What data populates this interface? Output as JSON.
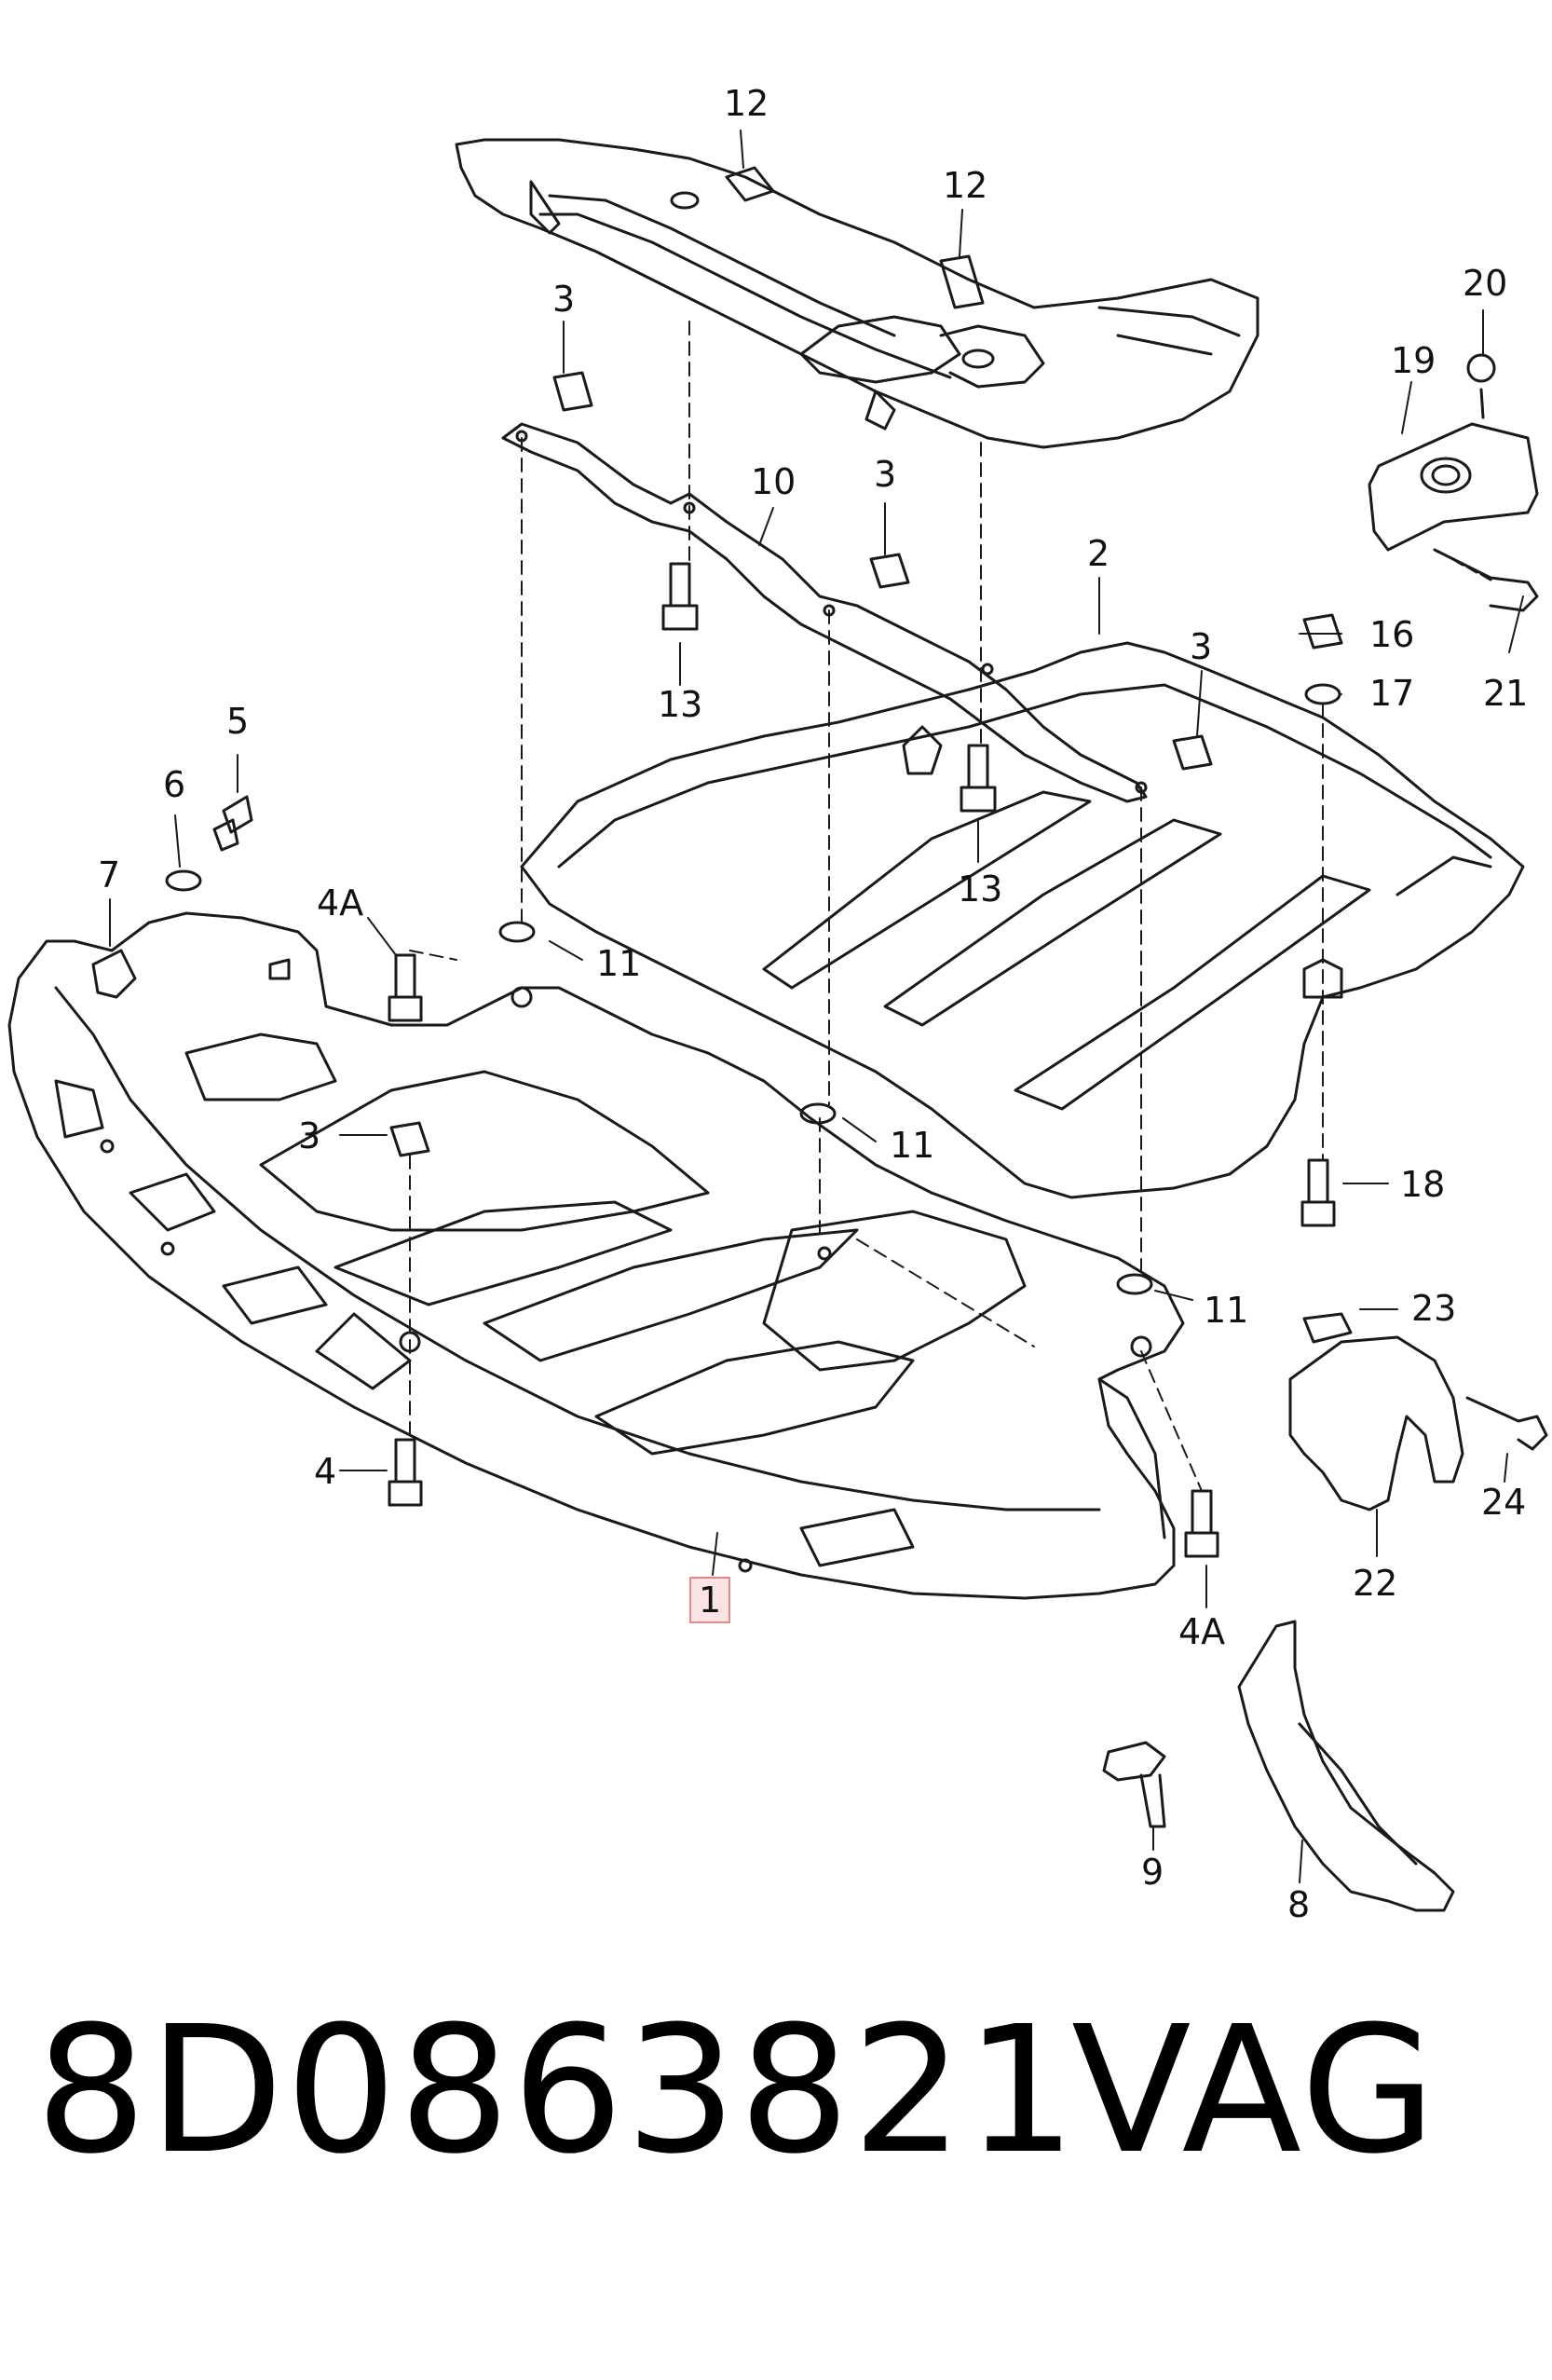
{
  "callouts": [
    {
      "id": "12-a",
      "text": "12"
    },
    {
      "id": "12-b",
      "text": "12"
    },
    {
      "id": "20",
      "text": "20"
    },
    {
      "id": "19",
      "text": "19"
    },
    {
      "id": "3-a",
      "text": "3"
    },
    {
      "id": "10",
      "text": "10"
    },
    {
      "id": "3-b",
      "text": "3"
    },
    {
      "id": "2",
      "text": "2"
    },
    {
      "id": "3-c",
      "text": "3"
    },
    {
      "id": "16",
      "text": "16"
    },
    {
      "id": "17",
      "text": "17"
    },
    {
      "id": "21",
      "text": "21"
    },
    {
      "id": "13-a",
      "text": "13"
    },
    {
      "id": "13-b",
      "text": "13"
    },
    {
      "id": "5",
      "text": "5"
    },
    {
      "id": "6",
      "text": "6"
    },
    {
      "id": "7",
      "text": "7"
    },
    {
      "id": "4A-a",
      "text": "4A"
    },
    {
      "id": "11-a",
      "text": "11"
    },
    {
      "id": "11-b",
      "text": "11"
    },
    {
      "id": "3-d",
      "text": "3"
    },
    {
      "id": "18",
      "text": "18"
    },
    {
      "id": "11-c",
      "text": "11"
    },
    {
      "id": "23",
      "text": "23"
    },
    {
      "id": "4",
      "text": "4"
    },
    {
      "id": "24",
      "text": "24"
    },
    {
      "id": "22",
      "text": "22"
    },
    {
      "id": "1",
      "text": "1",
      "highlighted": true
    },
    {
      "id": "4A-b",
      "text": "4A"
    },
    {
      "id": "9",
      "text": "9"
    },
    {
      "id": "8",
      "text": "8"
    }
  ],
  "caption": {
    "part_number": "8D0863821",
    "brand": "VAG"
  },
  "colors": {
    "line": "#1a1a1a",
    "highlight_fill": "#fbe3e3",
    "highlight_border": "#e08a8a"
  }
}
